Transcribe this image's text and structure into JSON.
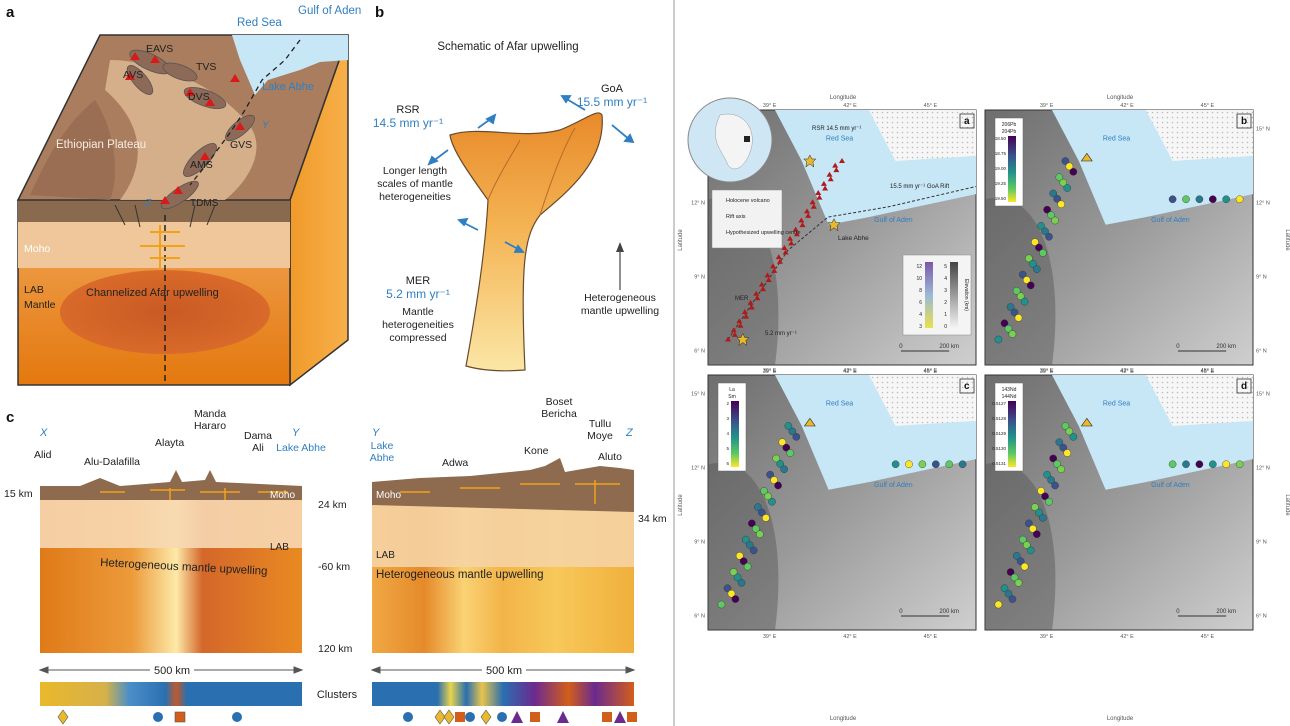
{
  "panel_a": {
    "label": "a",
    "sea_labels": [
      "Red Sea",
      "Gulf of Aden"
    ],
    "rift_labels": [
      "EAVS",
      "AVS",
      "TVS",
      "DVS",
      "GVS",
      "AMS",
      "TDMS"
    ],
    "lake": "Lake Abhe",
    "plateau": "Ethiopian Plateau",
    "moho": "Moho",
    "lab": "LAB",
    "mantle": "Mantle",
    "upwelling": "Channelized Afar upwelling",
    "x_mark": "X",
    "y_mark": "Y",
    "z_mark": "Z"
  },
  "panel_b": {
    "label": "b",
    "title": "Schematic of Afar upwelling",
    "goa_name": "GoA",
    "goa_rate": "15.5 mm yr⁻¹",
    "rsr_name": "RSR",
    "rsr_rate": "14.5 mm yr⁻¹",
    "mer_name": "MER",
    "mer_rate": "5.2 mm yr⁻¹",
    "longer": "Longer length scales of mantle heterogeneities",
    "compressed": "Mantle heterogeneities compressed",
    "hetero": "Heterogeneous mantle upwelling"
  },
  "panel_c": {
    "label": "c",
    "left": {
      "end_left": "X",
      "end_right": "Y",
      "volcanoes": [
        "Alid",
        "Alu-Dalafilla",
        "Alayta",
        "Manda Hararo",
        "Dama Ali"
      ],
      "lake": "Lake Abhe",
      "moho": "Moho",
      "lab": "LAB",
      "upwelling": "Heterogeneous mantle upwelling",
      "depth_15": "15 km",
      "depth_24": "24 km",
      "depth_60": "-60 km",
      "depth_120": "120 km",
      "scale": "500 km"
    },
    "right": {
      "end_left": "Y",
      "end_right": "Z",
      "lake": "Lake Abhe",
      "volcanoes": [
        "Adwa",
        "Kone",
        "Boset Bericha",
        "Tullu Moye",
        "Aluto"
      ],
      "moho": "Moho",
      "lab": "LAB",
      "upwelling": "Heterogeneous mantle upwelling",
      "depth_34": "34 km",
      "scale": "500 km"
    },
    "clusters_label": "Clusters",
    "colors": {
      "cluster_blue": "#2a6fb0",
      "cluster_yellow": "#e9b82b",
      "cluster_purple": "#6b2a8f",
      "cluster_orange": "#d25e1b"
    }
  },
  "maps": {
    "lon_title": "Longitude",
    "lat_title": "Latitude",
    "lon_ticks": [
      "39° E",
      "42° E",
      "45° E"
    ],
    "lat_ticks": [
      "15° N",
      "12° N",
      "9° N",
      "6° N"
    ],
    "scale": "200 km",
    "a": {
      "label": "a",
      "legend": [
        "Holocene volcano",
        "Rift axis",
        "Hypothesized upwelling centre"
      ],
      "rsr": "RSR 14.5 mm yr⁻¹",
      "goa": "15.5 mm yr⁻¹ GoA Rift",
      "mer": "MER",
      "mer_rate": "5.2 mm yr⁻¹",
      "red_sea": "Red Sea",
      "gulf": "Gulf of Aden",
      "lake": "Lake Abhe",
      "elev_label": "Elevation (km)",
      "bar1_ticks": [
        "12",
        "10",
        "8",
        "6",
        "4",
        "3"
      ],
      "bar2_ticks": [
        "5",
        "4",
        "3",
        "2",
        "1",
        "0"
      ]
    },
    "b": {
      "label": "b",
      "iso_top": "206Pb",
      "iso_bot": "204Pb",
      "ticks": [
        "18.50",
        "18.75",
        "19.00",
        "19.25",
        "19.50"
      ],
      "red_sea": "Red Sea",
      "gulf": "Gulf of Aden"
    },
    "c": {
      "label": "c",
      "iso_top": "La",
      "iso_bot": "Sm",
      "ticks": [
        "2",
        "3",
        "4",
        "5",
        "6"
      ],
      "red_sea": "Red Sea",
      "gulf": "Gulf of Aden"
    },
    "d": {
      "label": "d",
      "iso_top": "143Nd",
      "iso_bot": "144Nd",
      "ticks": [
        "0.5127",
        "0.5128",
        "0.5129",
        "0.5130",
        "0.5131"
      ],
      "red_sea": "Red Sea",
      "gulf": "Gulf of Aden"
    }
  }
}
